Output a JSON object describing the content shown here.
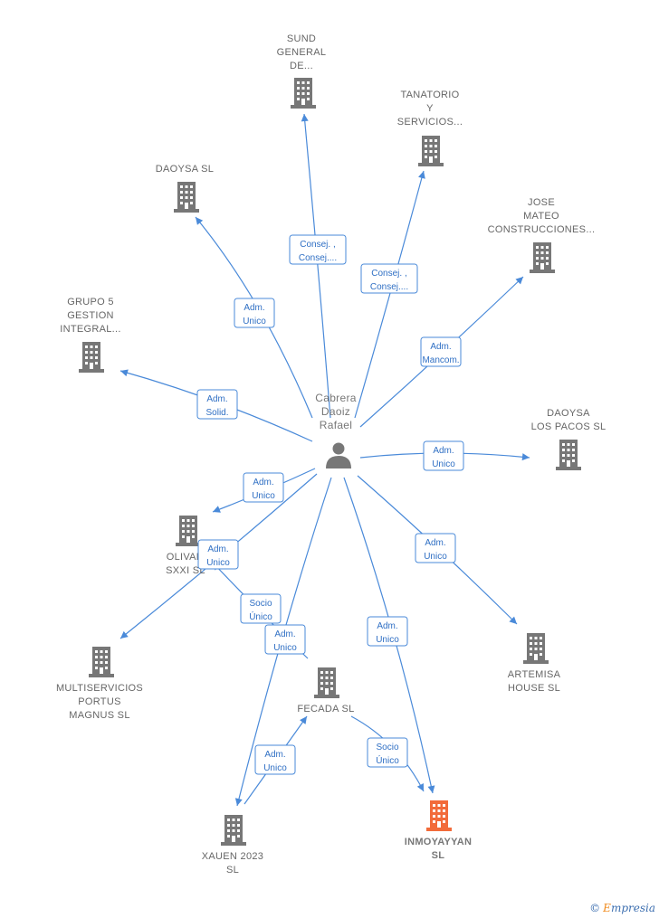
{
  "center": {
    "label": [
      "Cabrera",
      "Daoiz",
      "Rafael"
    ],
    "icon": "person-icon"
  },
  "nodes": [
    {
      "id": "sund",
      "label": [
        "SUND",
        "GENERAL",
        "DE..."
      ],
      "icon": "building-icon"
    },
    {
      "id": "tanatorio",
      "label": [
        "TANATORIO",
        "Y",
        "SERVICIOS..."
      ],
      "icon": "building-icon"
    },
    {
      "id": "daoysa",
      "label": [
        "DAOYSA  SL"
      ],
      "icon": "building-icon"
    },
    {
      "id": "jose",
      "label": [
        "JOSE",
        "MATEO",
        "CONSTRUCCIONES..."
      ],
      "icon": "building-icon"
    },
    {
      "id": "grupo5",
      "label": [
        "GRUPO 5",
        "GESTION",
        "INTEGRAL..."
      ],
      "icon": "building-icon"
    },
    {
      "id": "daoysapacos",
      "label": [
        "DAOYSA",
        "LOS PACOS  SL"
      ],
      "icon": "building-icon"
    },
    {
      "id": "olivam",
      "label": [
        "OLIVAM",
        "SXXI  SL"
      ],
      "icon": "building-icon"
    },
    {
      "id": "multiservicios",
      "label": [
        "MULTISERVICIOS",
        "PORTUS",
        "MAGNUS  SL"
      ],
      "icon": "building-icon"
    },
    {
      "id": "artemisa",
      "label": [
        "ARTEMISA",
        "HOUSE  SL"
      ],
      "icon": "building-icon"
    },
    {
      "id": "fecada",
      "label": [
        "FECADA SL"
      ],
      "icon": "building-icon"
    },
    {
      "id": "xauen",
      "label": [
        "XAUEN 2023",
        "SL"
      ],
      "icon": "building-icon"
    },
    {
      "id": "inmoyayyan",
      "label": [
        "INMOYAYYAN",
        "SL"
      ],
      "icon": "building-icon",
      "focus": true
    }
  ],
  "relations": [
    {
      "id": "r-sund",
      "label": [
        "Consej. ,",
        "Consej...."
      ]
    },
    {
      "id": "r-tanatorio",
      "label": [
        "Consej. ,",
        "Consej...."
      ]
    },
    {
      "id": "r-daoysa",
      "label": [
        "Adm.",
        "Unico"
      ]
    },
    {
      "id": "r-jose",
      "label": [
        "Adm.",
        "Mancom."
      ]
    },
    {
      "id": "r-grupo5",
      "label": [
        "Adm.",
        "Solid."
      ]
    },
    {
      "id": "r-daoysapacos",
      "label": [
        "Adm.",
        "Unico"
      ]
    },
    {
      "id": "r-olivam",
      "label": [
        "Adm.",
        "Unico"
      ]
    },
    {
      "id": "r-multiservicios",
      "label": [
        "Adm.",
        "Unico"
      ]
    },
    {
      "id": "r-artemisa",
      "label": [
        "Adm.",
        "Unico"
      ]
    },
    {
      "id": "r-inmoyayyan",
      "label": [
        "Adm.",
        "Unico"
      ]
    },
    {
      "id": "r-xauen",
      "label": [
        "Adm.",
        "Unico"
      ]
    },
    {
      "id": "r-olivam-socio",
      "label": [
        "Socio",
        "Único"
      ]
    },
    {
      "id": "r-fecada",
      "label": [
        "Adm.",
        "Unico"
      ]
    },
    {
      "id": "r-fecada-socio",
      "label": [
        "Socio",
        "Único"
      ]
    }
  ],
  "colors": {
    "edge": "#4a8ad9",
    "building": "#777777",
    "focus": "#f26b3a",
    "person": "#777777"
  },
  "footer": {
    "copyright": "©",
    "brand_first": "E",
    "brand_rest": "mpresia"
  }
}
